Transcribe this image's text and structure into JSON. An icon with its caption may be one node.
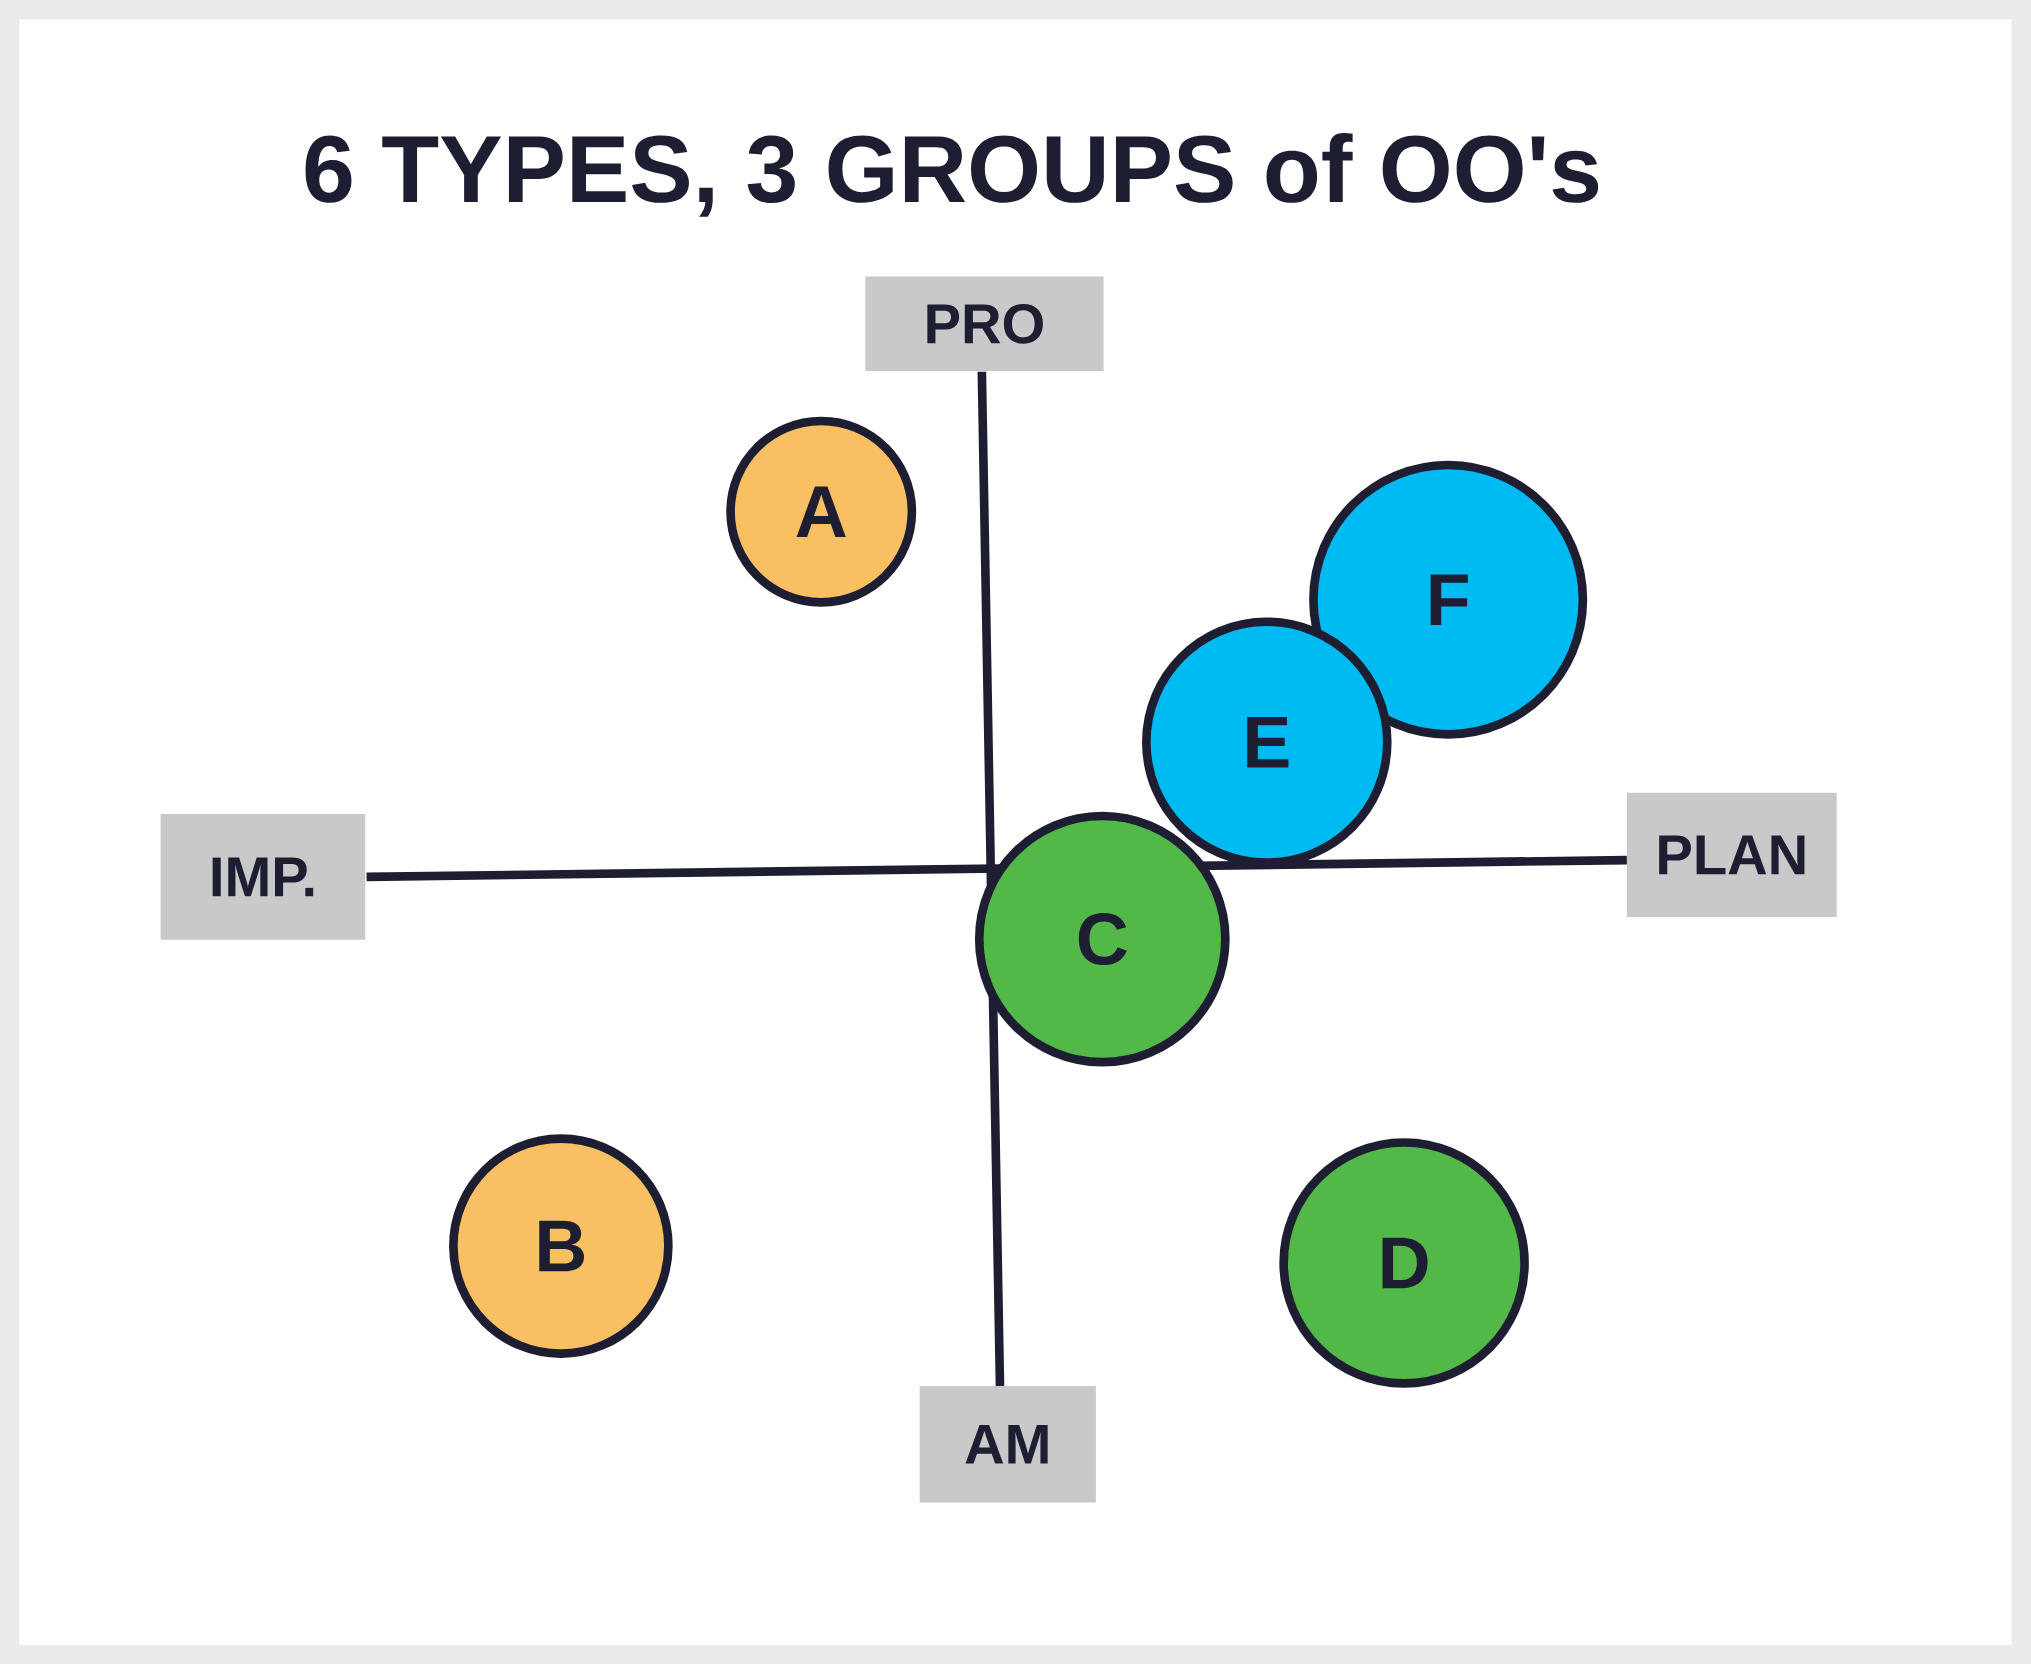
{
  "diagram": {
    "title": "6 TYPES, 3 GROUPS of OO's",
    "nodes": [
      {
        "text": [
          "PRO"
        ]
      },
      {
        "text": [
          "A"
        ]
      },
      {
        "text": [
          "F"
        ]
      },
      {
        "text": [
          "E"
        ]
      },
      {
        "text": [
          "IMP."
        ]
      },
      {
        "text": [
          "PLAN"
        ]
      },
      {
        "text": [
          "C"
        ]
      },
      {
        "text": [
          "B"
        ]
      },
      {
        "text": [
          "D"
        ]
      },
      {
        "text": [
          "AM"
        ]
      }
    ]
  }
}
